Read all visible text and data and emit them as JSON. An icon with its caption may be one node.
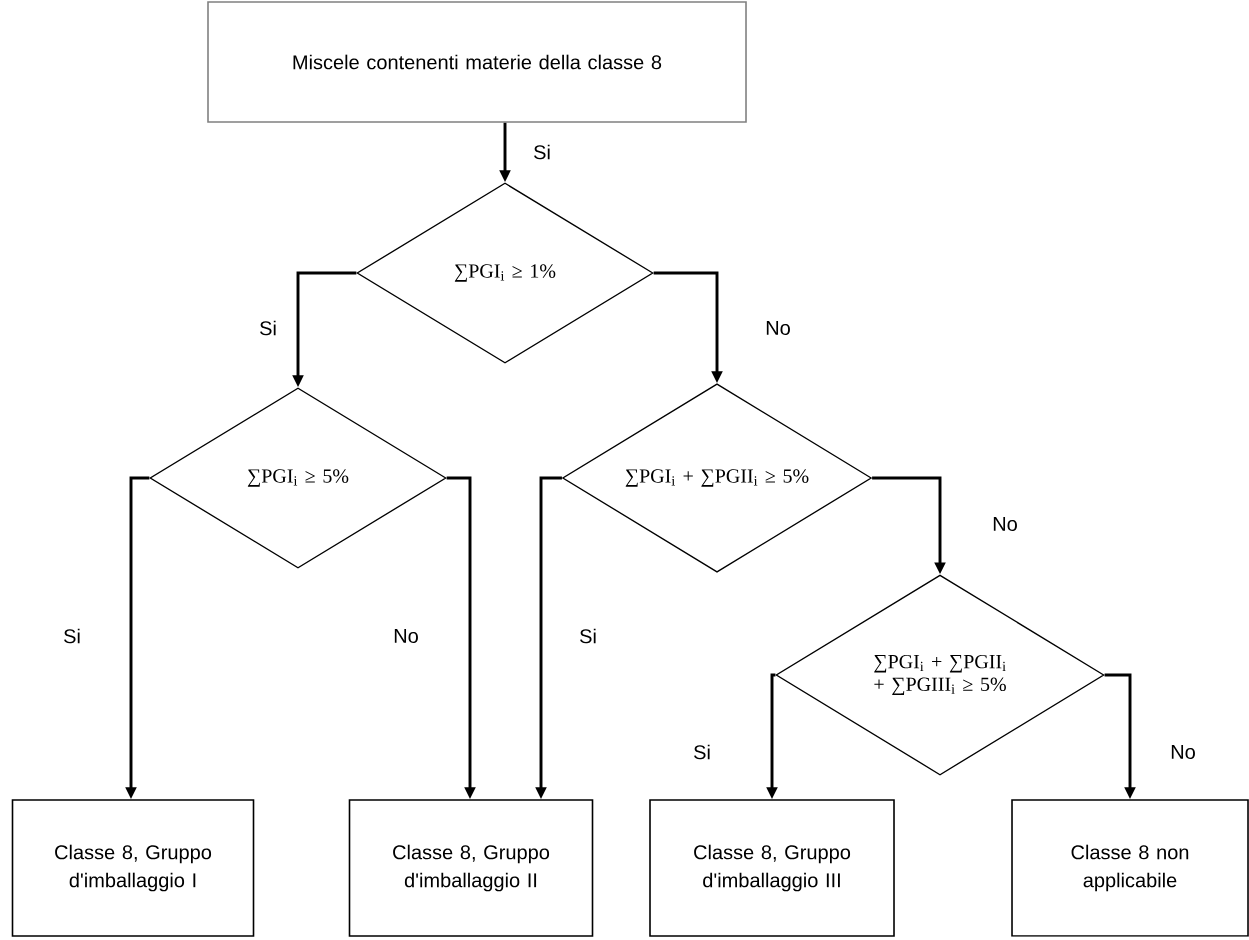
{
  "diagram": {
    "nodes": [
      {
        "text": [
          "Miscele contenenti materie della classe 8"
        ]
      },
      {
        "text": [
          "∑PGI$_{i}$ ≥ 1%"
        ]
      },
      {
        "text": [
          "∑PGI$_{i}$ ≥ 5%"
        ]
      },
      {
        "text": [
          "∑PGI$_{i}$ + ∑PGII$_{i}$ ≥ 5%"
        ]
      },
      {
        "text": [
          "∑PGI$_{i}$ + ∑PGII$_{i}$ + ∑PGIII$_{i}$ ≥ 5%"
        ]
      },
      {
        "text": [
          "Classe 8, Gruppo d'imballaggio I"
        ]
      },
      {
        "text": [
          "Classe 8, Gruppo d'imballaggio II"
        ]
      },
      {
        "text": [
          "Classe 8, Gruppo d'imballaggio III"
        ]
      },
      {
        "text": [
          "Classe 8 non applicabile"
        ]
      }
    ],
    "edges": [
      {
        "from": 0,
        "to": 1,
        "arrow": "to",
        "label": "Si"
      },
      {
        "from": 1,
        "to": 2,
        "arrow": "to",
        "label": "Si"
      },
      {
        "from": 1,
        "to": 3,
        "arrow": "to",
        "label": "No"
      },
      {
        "from": 2,
        "to": 5,
        "arrow": "to",
        "label": "Si"
      },
      {
        "from": 2,
        "to": 6,
        "arrow": "to",
        "label": "No"
      },
      {
        "from": 3,
        "to": 6,
        "arrow": "to",
        "label": "Si"
      },
      {
        "from": 3,
        "to": 4,
        "arrow": "to",
        "label": "No"
      },
      {
        "from": 4,
        "to": 7,
        "arrow": "to",
        "label": "Si"
      },
      {
        "from": 4,
        "to": 8,
        "arrow": "to",
        "label": "No"
      }
    ]
  }
}
